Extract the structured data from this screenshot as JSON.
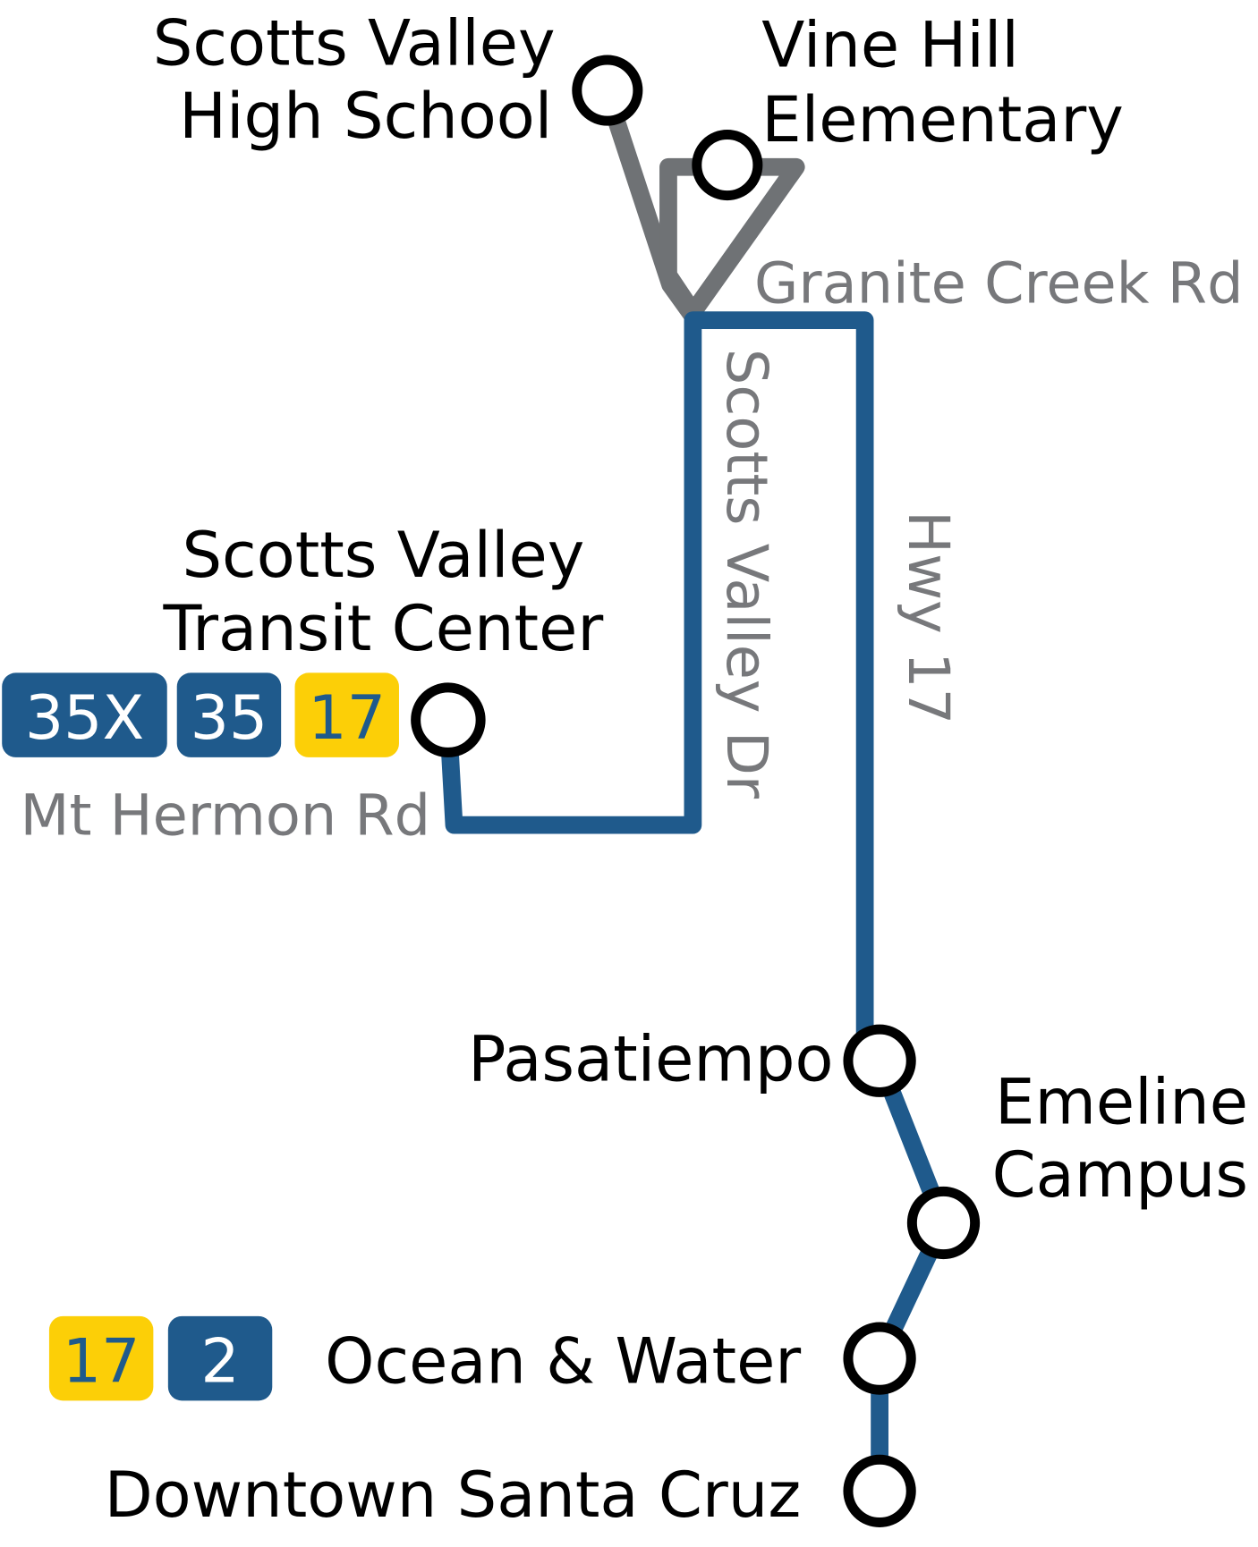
{
  "colors": {
    "blue": "#1f5a8c",
    "gray": "#6f7275",
    "yellow": "#fccf07",
    "street_text": "#77787b"
  },
  "stops": {
    "svhs": {
      "line1": "Scotts Valley",
      "line2": "High School"
    },
    "vine_hill": {
      "line1": "Vine Hill",
      "line2": "Elementary"
    },
    "svtc": {
      "line1": "Scotts Valley",
      "line2": "Transit Center"
    },
    "pasatiempo": "Pasatiempo",
    "emeline": {
      "line1": "Emeline",
      "line2": "Campus"
    },
    "ocean_water": "Ocean & Water",
    "downtown": "Downtown Santa Cruz"
  },
  "streets": {
    "granite": "Granite Creek Rd",
    "sv_dr": "Scotts Valley Dr",
    "hwy17": "Hwy 17",
    "mt_hermon": "Mt Hermon Rd"
  },
  "badges": {
    "svtc": [
      "35X",
      "35",
      "17"
    ],
    "ocean": [
      "17",
      "2"
    ]
  }
}
